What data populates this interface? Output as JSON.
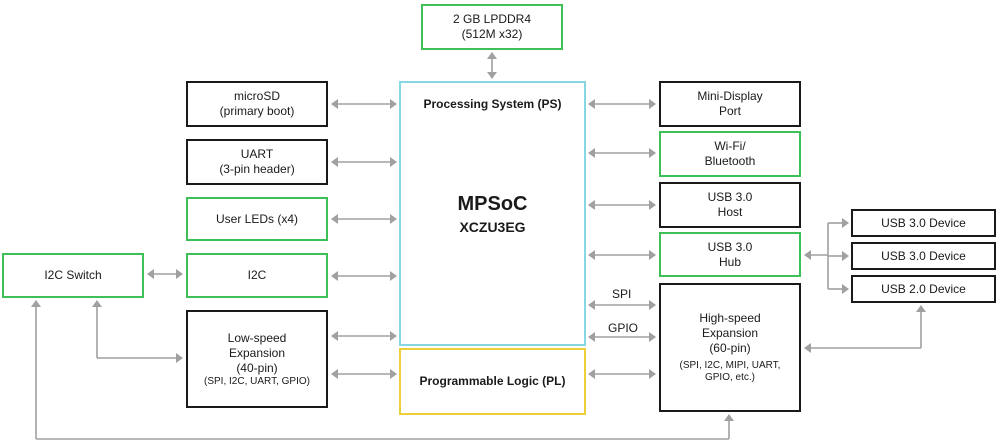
{
  "colors": {
    "wire": "#a0a0a0",
    "border_dark": "#1a1a1a",
    "border_green": "#3fbf58",
    "border_cyan": "#86d7e0",
    "border_yellow": "#eecf3a"
  },
  "blocks": {
    "ddr": {
      "line1": "2 GB LPDDR4",
      "line2": "(512M x32)"
    },
    "microsd": {
      "line1": "microSD",
      "line2": "(primary boot)"
    },
    "uart": {
      "line1": "UART",
      "line2": "(3-pin header)"
    },
    "user_leds": {
      "line1": "User LEDs (x4)"
    },
    "i2c": {
      "line1": "I2C"
    },
    "i2c_switch": {
      "line1": "I2C Switch"
    },
    "low_speed": {
      "line1": "Low-speed",
      "line2": "Expansion",
      "line3": "(40-pin)",
      "line4": "(SPI, I2C, UART, GPIO)"
    },
    "ps": {
      "title": "Processing System (PS)"
    },
    "mpsoc": {
      "name": "MPSoC",
      "part": "XCZU3EG"
    },
    "pl": {
      "title": "Programmable Logic (PL)"
    },
    "mini_dp": {
      "line1": "Mini-Display",
      "line2": "Port"
    },
    "wifi": {
      "line1": "Wi-Fi/",
      "line2": "Bluetooth"
    },
    "usb_host": {
      "line1": "USB 3.0",
      "line2": "Host"
    },
    "usb_hub": {
      "line1": "USB 3.0",
      "line2": "Hub"
    },
    "high_speed": {
      "line1": "High-speed",
      "line2": "Expansion",
      "line3": "(60-pin)",
      "line4": "(SPI, I2C, MIPI, UART,",
      "line5": "GPIO, etc.)"
    },
    "usb_dev1": {
      "line1": "USB 3.0 Device"
    },
    "usb_dev2": {
      "line1": "USB 3.0 Device"
    },
    "usb_dev3": {
      "line1": "USB 2.0 Device"
    }
  },
  "bus_labels": {
    "spi": "SPI",
    "gpio": "GPIO"
  }
}
